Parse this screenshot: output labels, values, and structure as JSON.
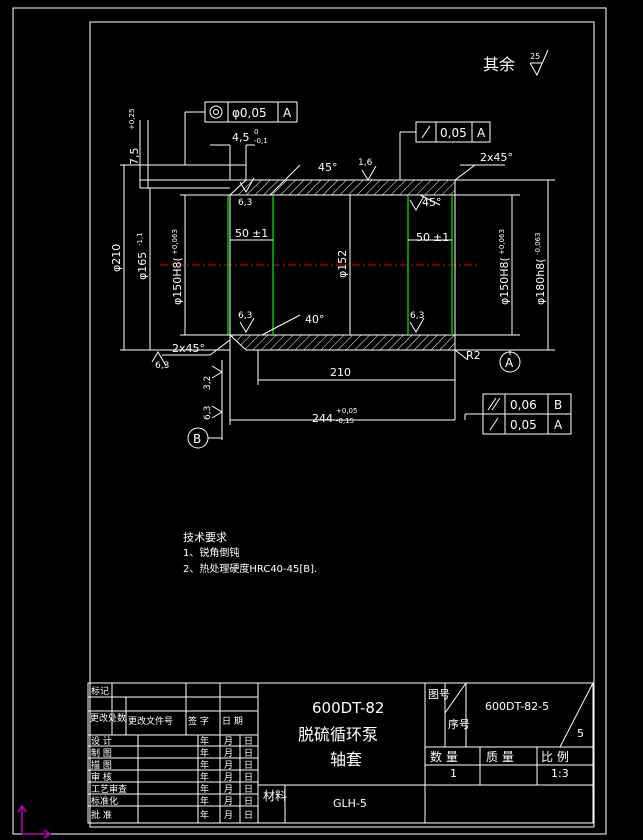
{
  "roughness": {
    "label": "其余",
    "value": "25"
  },
  "tolerance": {
    "concentricity": {
      "value": "φ0,05",
      "datum": "A"
    },
    "runout_top": {
      "value": "0,05",
      "datum": "A"
    },
    "frame_b": {
      "value": "0,06",
      "datum": "B"
    },
    "frame_a": {
      "value": "0,05",
      "datum": "A"
    }
  },
  "dims": {
    "d_7_5": "7,5",
    "d_7_5_tol": "+0,25",
    "d_4_5": "4,5",
    "d_4_5_tol_up": "0",
    "d_4_5_tol_low": "-0,1",
    "angle_45_top": "45°",
    "rough_1_6": "1,6",
    "chamfer_top": "2x45°",
    "angle_45_inner": "45°",
    "rough_6_3_a": "6,3",
    "len_50_left": "50",
    "len_50_right": "50",
    "pm": "±1",
    "d_210": "φ210",
    "d_165": "φ165",
    "d_165_tol": "-1,1",
    "d_150_left": "φ150H8(",
    "d_150_left_tol": "+0,063",
    "d_152": "φ152",
    "d_150_right": "φ150H8(",
    "d_150_right_tol": "+0,063",
    "d_180": "φ180h8(",
    "d_180_tol": "-0,063",
    "angle_40": "40°",
    "rough_6_3_b": "6,3",
    "rough_6_3_c": "6,3",
    "chamfer_bottom": "2x45°",
    "rough_6_3_d": "6,3",
    "r2": "R2",
    "len_210": "210",
    "len_244": "244",
    "len_244_tol_up": "+0,05",
    "len_244_tol_low": "-0,15",
    "rough_3_2": "3,2",
    "rough_6_3_e": "6,3",
    "datum_a": "A",
    "datum_b": "B"
  },
  "notes": {
    "title": "技术要求",
    "items": [
      "1、锐角倒钝",
      "2、热处理硬度HRC40-45[B]."
    ]
  },
  "title_block": {
    "rev_labels": [
      "标记",
      "更改处数",
      "更改文件号",
      "签 字",
      "日 期"
    ],
    "sign_rows": [
      {
        "role": "设  计",
        "y": "年",
        "m": "月",
        "d": "日"
      },
      {
        "role": "制  图",
        "y": "年",
        "m": "月",
        "d": "日"
      },
      {
        "role": "描  图",
        "y": "年",
        "m": "月",
        "d": "日"
      },
      {
        "role": "审  核",
        "y": "年",
        "m": "月",
        "d": "日"
      },
      {
        "role": "工艺审查",
        "y": "年",
        "m": "月",
        "d": "日"
      },
      {
        "role": "标准化",
        "y": "年",
        "m": "月",
        "d": "日"
      },
      {
        "role": "批  准",
        "y": "年",
        "m": "月",
        "d": "日"
      }
    ],
    "code": "600DT-82",
    "name1": "脱硫循环泵",
    "name2": "轴套",
    "material_label": "材料",
    "material": "GLH-5",
    "drawing_no_label": "图号",
    "serial_label": "序号",
    "drawing_no": "600DT-82-5",
    "serial": "5",
    "qty_label": "数  量",
    "mass_label": "质  量",
    "scale_label": "比  例",
    "qty": "1",
    "scale": "1:3"
  }
}
